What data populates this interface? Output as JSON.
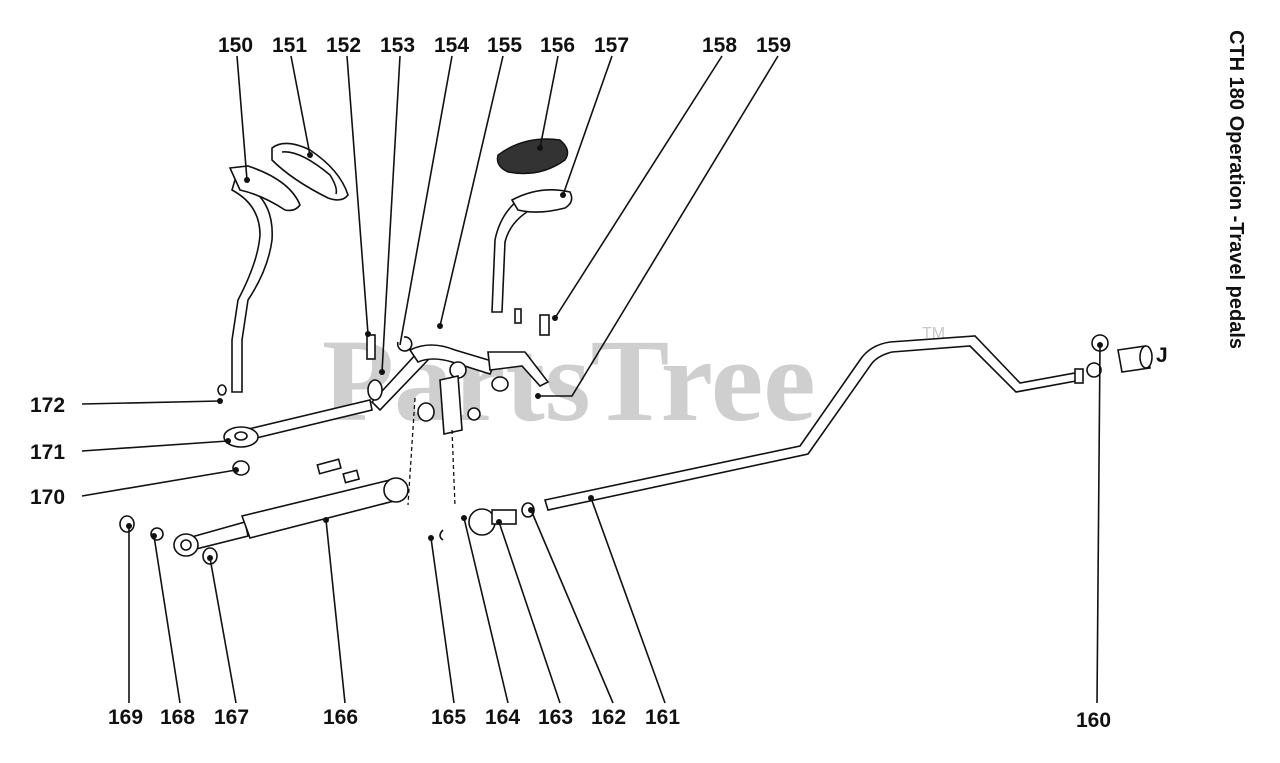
{
  "title": "CTH 180 Operation -Travel pedals",
  "watermark": "PartsTree",
  "watermark_tm": "TM",
  "callouts": {
    "top": [
      "150",
      "151",
      "152",
      "153",
      "154",
      "155",
      "156",
      "157",
      "158",
      "159"
    ],
    "left": [
      "172",
      "171",
      "170"
    ],
    "bottom": [
      "169",
      "168",
      "167",
      "166",
      "165",
      "164",
      "163",
      "162",
      "161",
      "160"
    ]
  },
  "extra_label": "J"
}
